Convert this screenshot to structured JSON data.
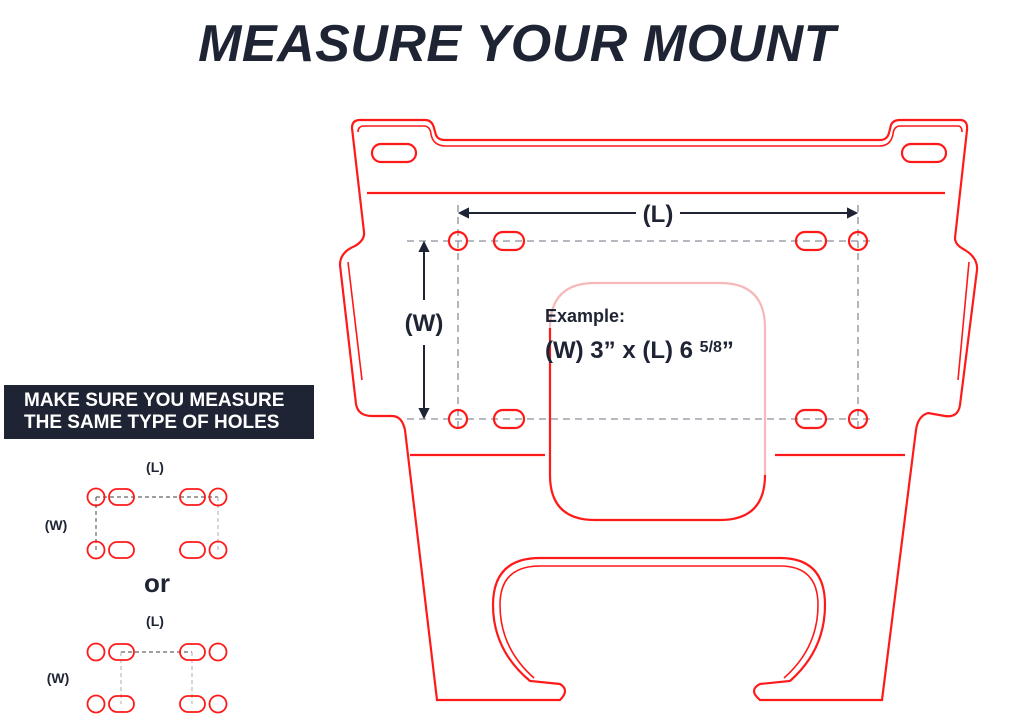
{
  "title": "MEASURE YOUR MOUNT",
  "main_diagram": {
    "length_label": "(L)",
    "width_label": "(W)",
    "example_heading": "Example:",
    "example_value_prefix": "(W) 3” x (L) 6 ",
    "example_fraction": "5/8",
    "example_suffix": "”"
  },
  "notice": {
    "line1": "MAKE SURE YOU MEASURE",
    "line2": "THE SAME TYPE OF HOLES"
  },
  "option1": {
    "length_label": "(L)",
    "width_label": "(W)"
  },
  "separator": "or",
  "option2": {
    "length_label": "(L)",
    "width_label": "(W)"
  },
  "colors": {
    "accent": "#ff1a1a",
    "text": "#1e2433",
    "guide": "#8a8f99"
  }
}
